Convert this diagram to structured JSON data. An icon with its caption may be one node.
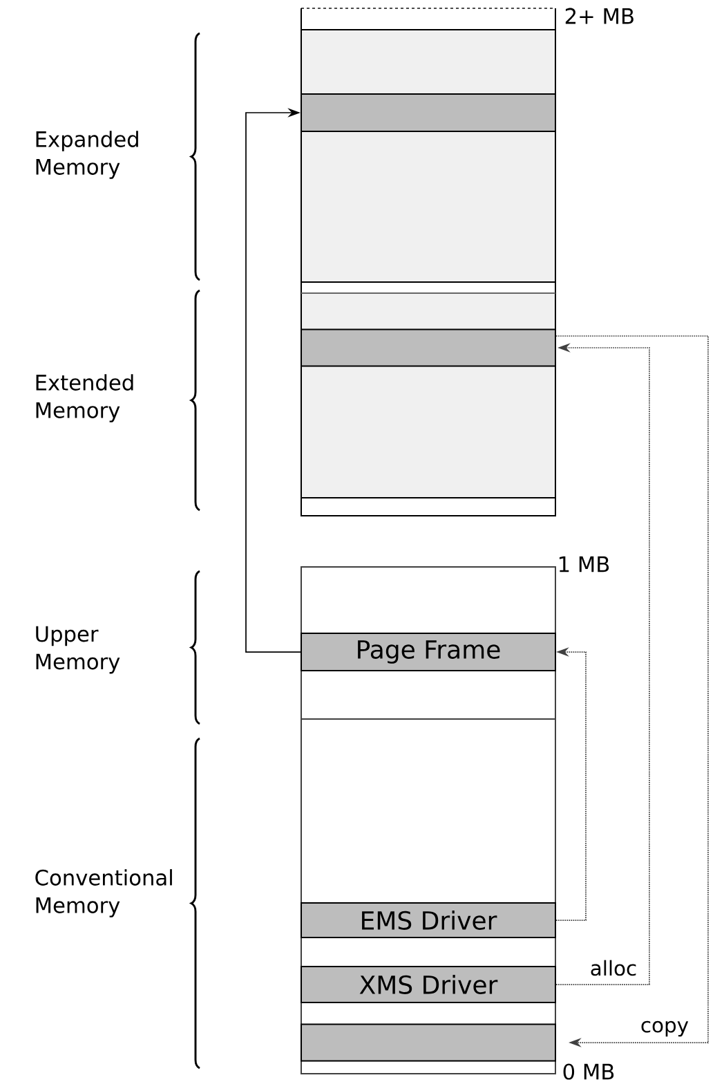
{
  "diagram": {
    "nodes": [
      {
        "text": [],
        "shape": "bar"
      },
      {
        "text": [],
        "shape": "bar"
      },
      {
        "text": [
          "Page Frame"
        ]
      },
      {
        "text": [
          "EMS Driver"
        ]
      },
      {
        "text": [
          "XMS Driver"
        ]
      },
      {
        "text": [],
        "shape": "bar"
      }
    ],
    "edges": [
      {
        "from": 2,
        "to": 0,
        "arrow": "to"
      },
      {
        "from": 3,
        "to": 2,
        "arrow": "to",
        "style": "dashed"
      },
      {
        "from": 4,
        "to": 1,
        "arrow": "to",
        "style": "dashed",
        "label": "alloc"
      },
      {
        "from": 1,
        "to": 5,
        "arrow": "to",
        "style": "dashed",
        "label": "copy"
      }
    ],
    "labels": [
      "2+ MB",
      "Expanded Memory",
      "Extended Memory",
      "1 MB",
      "Upper Memory",
      "Conventional Memory",
      "0 MB"
    ]
  }
}
